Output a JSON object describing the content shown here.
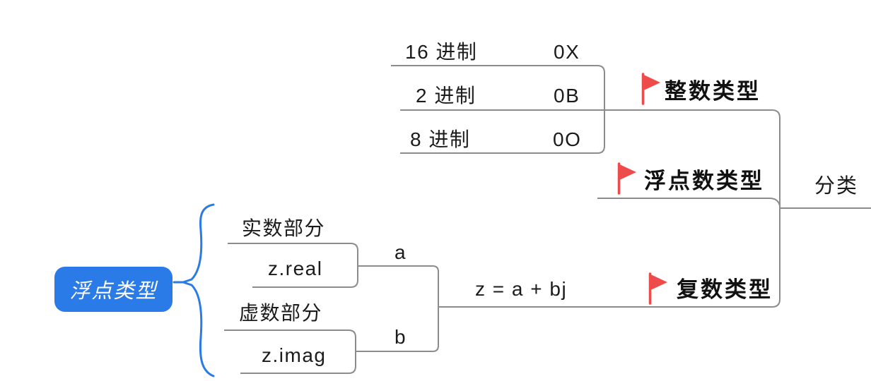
{
  "colors": {
    "background": "#ffffff",
    "connector_gray": "#8c8c8c",
    "text_dark": "#1b1b1d",
    "flag_red": "#ee4c4a",
    "summary_blue": "#2a7be8",
    "summary_text": "#ffffff"
  },
  "root": {
    "label": "分类"
  },
  "integer_branch": {
    "label": "整数类型",
    "rows": [
      {
        "name": "16 进制",
        "prefix": "0X"
      },
      {
        "name": "2 进制",
        "prefix": "0B"
      },
      {
        "name": "8 进制",
        "prefix": "0O"
      }
    ]
  },
  "float_branch": {
    "label": "浮点数类型"
  },
  "complex_branch": {
    "label": "复数类型",
    "formula": "z = a + bj",
    "real": {
      "var": "a",
      "desc": "实数部分",
      "accessor": "z.real"
    },
    "imag": {
      "var": "b",
      "desc": "虚数部分",
      "accessor": "z.imag"
    }
  },
  "float_summary": {
    "label": "浮点类型"
  }
}
